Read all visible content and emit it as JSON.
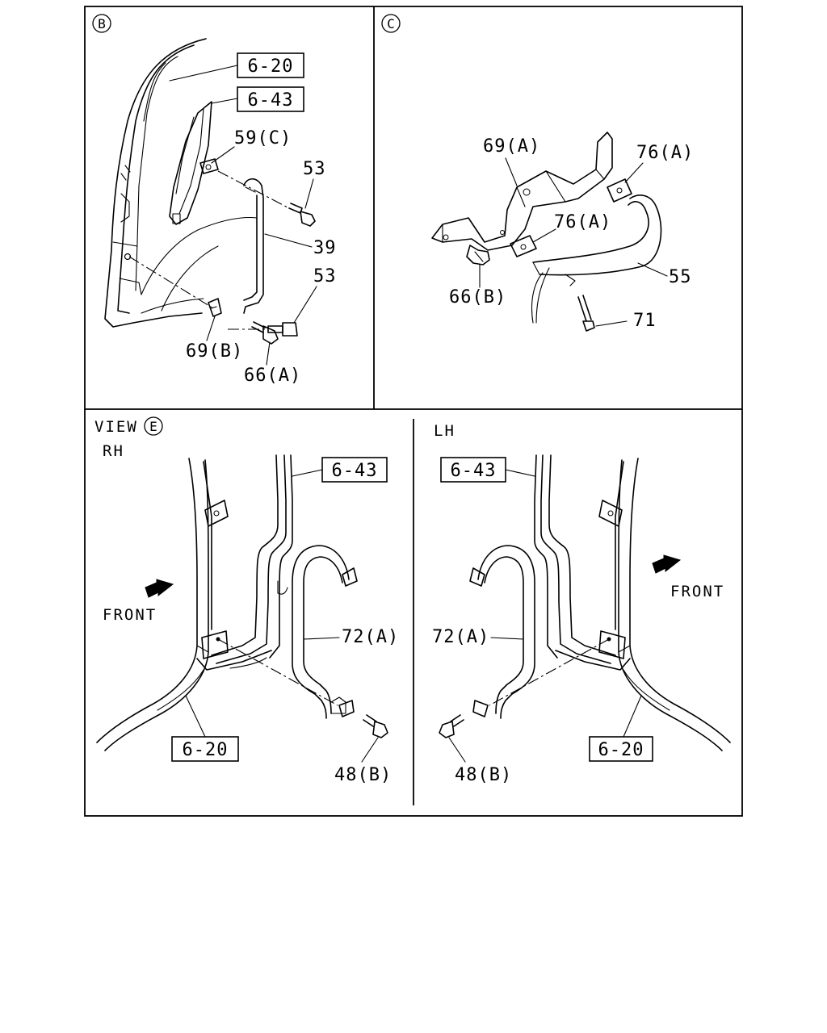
{
  "panels": {
    "b": {
      "marker": "B",
      "refs": [
        "6-20",
        "6-43"
      ],
      "parts": {
        "p59c": "59(C)",
        "p53a": "53",
        "p39": "39",
        "p53b": "53",
        "p69b": "69(B)",
        "p66a": "66(A)"
      }
    },
    "c": {
      "marker": "C",
      "parts": {
        "p69a": "69(A)",
        "p76a1": "76(A)",
        "p76a2": "76(A)",
        "p55": "55",
        "p66b": "66(B)",
        "p71": "71"
      }
    },
    "e_rh": {
      "view_label": "VIEW",
      "marker": "E",
      "side": "RH",
      "front": "FRONT",
      "refs": [
        "6-43",
        "6-20"
      ],
      "parts": {
        "p72a": "72(A)",
        "p48b": "48(B)"
      }
    },
    "e_lh": {
      "side": "LH",
      "front": "FRONT",
      "refs": [
        "6-43",
        "6-20"
      ],
      "parts": {
        "p72a": "72(A)",
        "p48b": "48(B)"
      }
    }
  }
}
